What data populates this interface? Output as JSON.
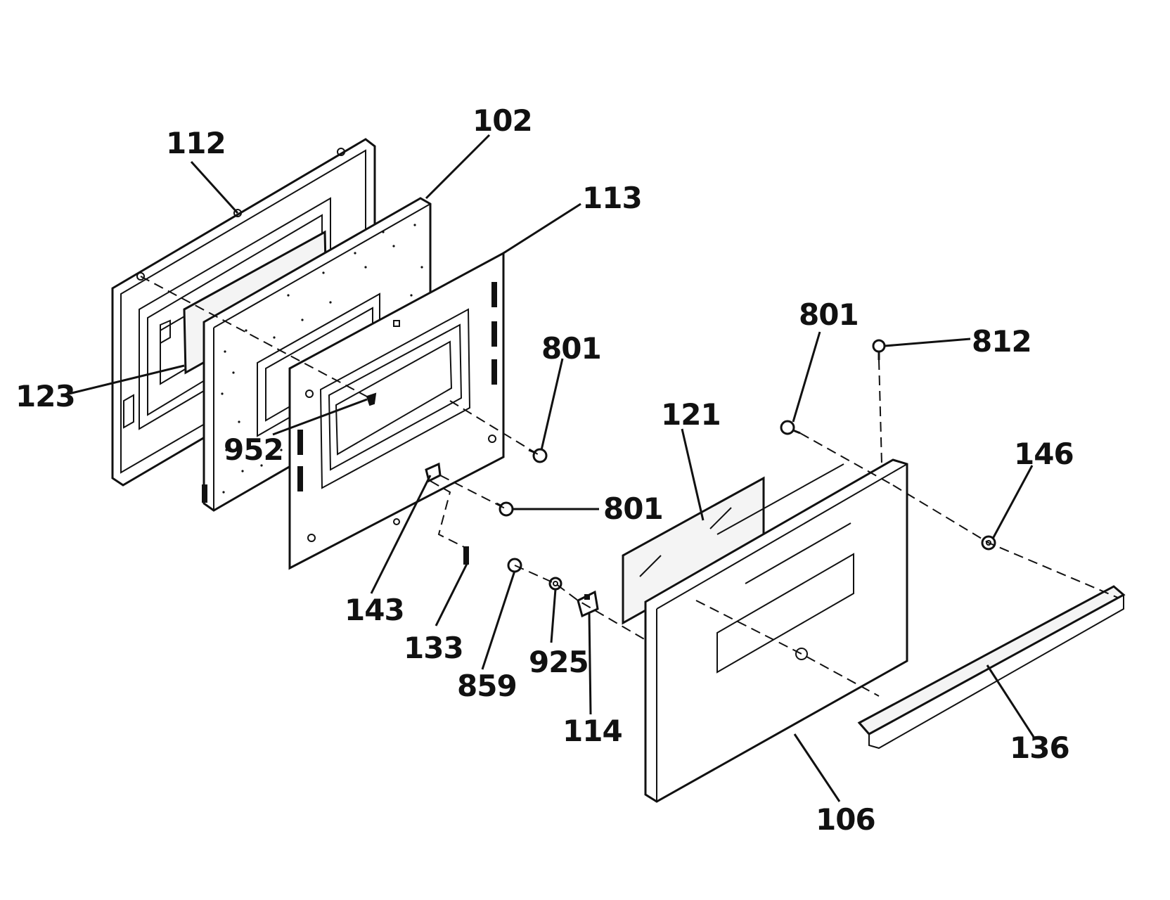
{
  "diagram": {
    "callouts": {
      "c112": "112",
      "c102": "102",
      "c113": "113",
      "c123": "123",
      "c952": "952",
      "c801a": "801",
      "c801b": "801",
      "c801c": "801",
      "c812": "812",
      "c121": "121",
      "c146": "146",
      "c143": "143",
      "c133": "133",
      "c859": "859",
      "c925": "925",
      "c114": "114",
      "c136": "136",
      "c106": "106"
    }
  }
}
